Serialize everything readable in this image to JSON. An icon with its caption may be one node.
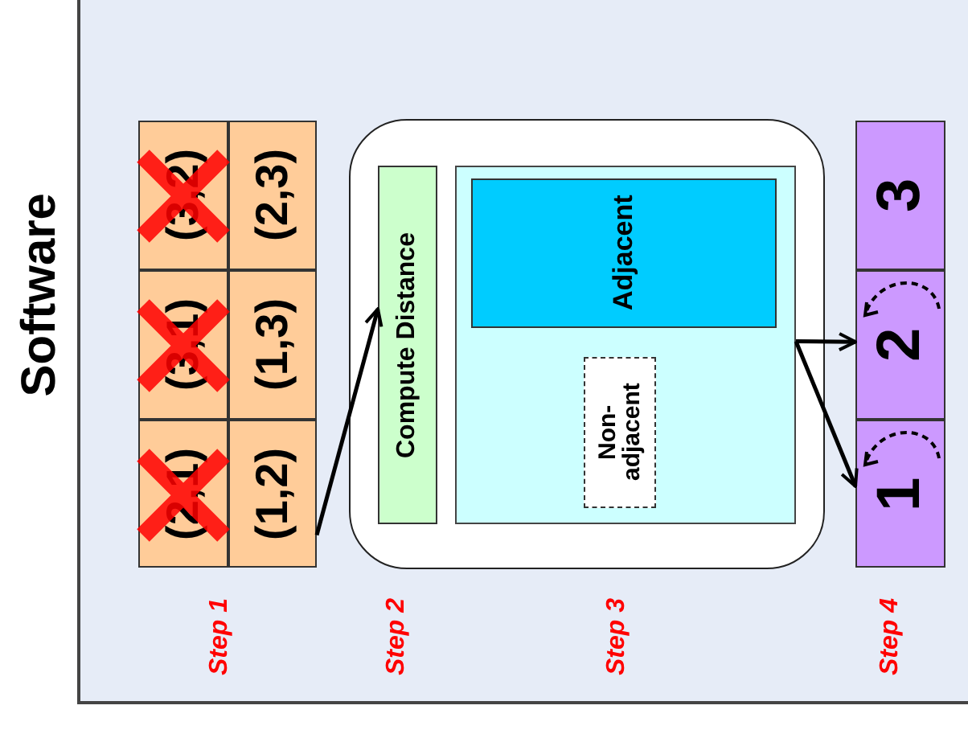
{
  "diagram": {
    "nodes": [
      {
        "text": [
          "(2,1)"
        ]
      },
      {
        "text": [
          "(3,1)"
        ]
      },
      {
        "text": [
          "(3,2)"
        ]
      },
      {
        "text": [
          "(1,2)"
        ]
      },
      {
        "text": [
          "(1,3)"
        ]
      },
      {
        "text": [
          "(2,3)"
        ]
      },
      {
        "text": [],
        "shape": "box"
      },
      {
        "text": [
          "Compute Distance"
        ],
        "in": 6
      },
      {
        "text": [],
        "shape": "box",
        "in": 6
      },
      {
        "text": [
          "Adjacent"
        ],
        "in": 8
      },
      {
        "text": [
          "Non-adjacent"
        ],
        "in": 8
      },
      {
        "text": [
          "1"
        ]
      },
      {
        "text": [
          "2"
        ]
      },
      {
        "text": [
          "3"
        ]
      }
    ],
    "edges": [
      {
        "from": 3,
        "to": 7,
        "arrow": "to"
      },
      {
        "from": 8,
        "to": 12,
        "arrow": "to"
      },
      {
        "from": 8,
        "to": 11,
        "arrow": "to"
      }
    ],
    "labels": [
      "Software",
      "Step 1",
      "Step 2",
      "Step 3",
      "Step 4"
    ]
  }
}
